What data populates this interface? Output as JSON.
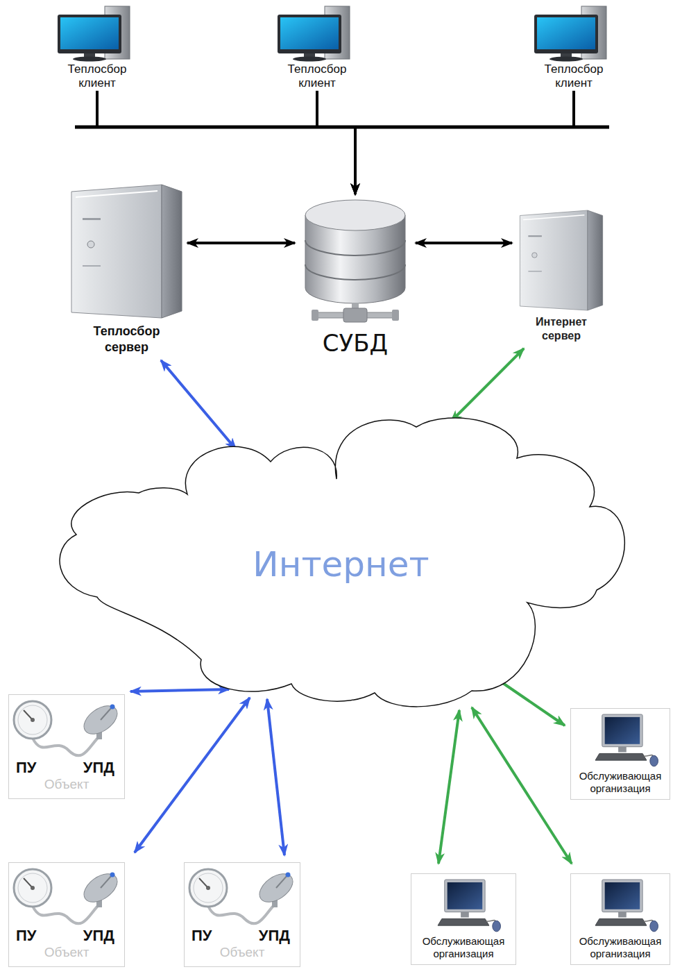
{
  "diagram": {
    "nodes": [
      {
        "text": [
          "Теплосбор клиент"
        ]
      },
      {
        "text": [
          "Теплосбор клиент"
        ]
      },
      {
        "text": [
          "Теплосбор клиент"
        ]
      },
      {
        "text": [
          "Теплосбор сервер"
        ]
      },
      {
        "text": [
          "СУБД"
        ]
      },
      {
        "text": [
          "Интернет сервер"
        ]
      },
      {
        "text": [
          "Интернет"
        ]
      },
      {
        "text": [
          "ПУ",
          "УПД",
          "Объект"
        ]
      },
      {
        "text": [
          "Обслуживающая организация"
        ]
      },
      {
        "text": [
          "ПУ",
          "УПД",
          "Объект"
        ]
      },
      {
        "text": [
          "ПУ",
          "УПД",
          "Объект"
        ]
      },
      {
        "text": [
          "Обслуживающая организация"
        ]
      },
      {
        "text": [
          "Обслуживающая организация"
        ]
      }
    ],
    "edges": [
      {
        "from": 0,
        "to": 4,
        "arrow": "to"
      },
      {
        "from": 1,
        "to": 4,
        "arrow": "to"
      },
      {
        "from": 2,
        "to": 4,
        "arrow": "to"
      },
      {
        "from": 3,
        "to": 4,
        "arrow": "both"
      },
      {
        "from": 4,
        "to": 5,
        "arrow": "both"
      },
      {
        "from": 3,
        "to": 6,
        "arrow": "both"
      },
      {
        "from": 5,
        "to": 6,
        "arrow": "both"
      },
      {
        "from": 7,
        "to": 6,
        "arrow": "both"
      },
      {
        "from": 8,
        "to": 6,
        "arrow": "both"
      },
      {
        "from": 9,
        "to": 6,
        "arrow": "both"
      },
      {
        "from": 10,
        "to": 6,
        "arrow": "both"
      },
      {
        "from": 11,
        "to": 6,
        "arrow": "both"
      },
      {
        "from": 12,
        "to": 6,
        "arrow": "both"
      }
    ]
  }
}
